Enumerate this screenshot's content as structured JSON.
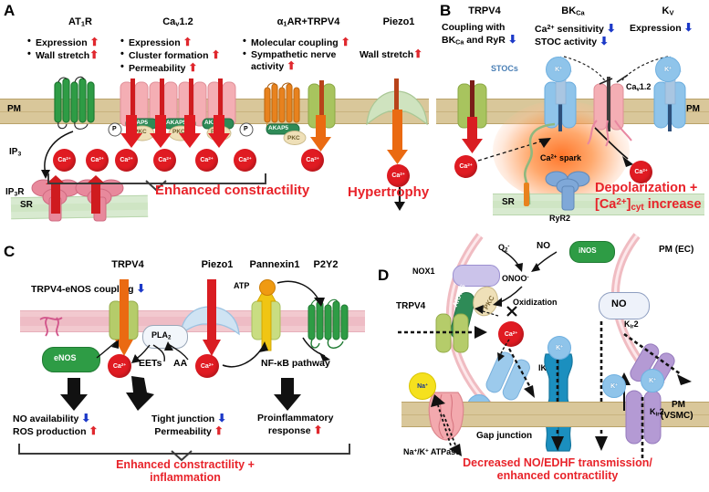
{
  "figure": {
    "panels": [
      "A",
      "B",
      "C",
      "D"
    ]
  },
  "panelA": {
    "letter": "A",
    "columns": [
      {
        "title": "AT₁1R",
        "title_html": "AT1R",
        "bullets": [
          {
            "text": "Expression",
            "change": "up"
          },
          {
            "text": "Wall stretch",
            "change": "up"
          }
        ]
      },
      {
        "title": "Caᵥ1.2",
        "bullets": [
          {
            "text": "Expression",
            "change": "up"
          },
          {
            "text": "Cluster formation",
            "change": "up"
          },
          {
            "text": "Permeability",
            "change": "up"
          }
        ]
      },
      {
        "title": "α₁1AR+TRPV4",
        "bullets": [
          {
            "text": "Molecular coupling",
            "change": "up"
          },
          {
            "text": "Sympathetic nerve activity",
            "change": "up"
          }
        ]
      },
      {
        "title": "Piezo1",
        "bullets": [
          {
            "text": "Wall stretch",
            "change": "up"
          }
        ]
      }
    ],
    "labels": {
      "pm": "PM",
      "sr": "SR",
      "ip3": "IP3",
      "ip3r": "IP3R",
      "akap5": "AKAP5",
      "pkc": "PKC",
      "phospho": "P",
      "ca_ion": "Ca2+"
    },
    "outcomes": [
      "Enhanced constractility",
      "Hypertrophy"
    ]
  },
  "panelB": {
    "letter": "B",
    "columns": [
      {
        "title": "TRPV4",
        "lines": [
          {
            "text": "Coupling with",
            "change": null
          },
          {
            "text": "BKCa and RyR",
            "change": "down"
          }
        ]
      },
      {
        "title": "BKᴄᴀ",
        "lines": [
          {
            "text": "Ca2+ sensitivity",
            "change": "down"
          },
          {
            "text": "STOC activity",
            "change": "down"
          }
        ]
      },
      {
        "title": "Kᵥ1",
        "lines": [
          {
            "text": "Expression",
            "change": "down"
          }
        ]
      }
    ],
    "labels": {
      "stocs": "STOCs",
      "k_ion": "K+",
      "cav12": "Cav1.2",
      "pm": "PM",
      "sr": "SR",
      "ca_spark": "Ca2+ spark",
      "ryr2": "RyR2",
      "ca_ion": "Ca2+"
    },
    "outcome_lines": [
      "Depolarization +",
      "[Ca2+]cyt increase"
    ]
  },
  "panelC": {
    "letter": "C",
    "headers": [
      "TRPV4",
      "Piezo1",
      "Pannexin1",
      "P2Y2"
    ],
    "coupling_label": {
      "text": "TRPV4-eNOS coupling",
      "change": "down"
    },
    "labels": {
      "atp": "ATP",
      "enos": "eNOS",
      "pla2": "PLA2",
      "eets": "EETs",
      "aa": "AA",
      "nfkb": "NF-κB pathway",
      "ca_ion": "Ca2+"
    },
    "outcome_groups": [
      [
        {
          "text": "NO availability",
          "change": "down"
        },
        {
          "text": "ROS production",
          "change": "up"
        }
      ],
      [
        {
          "text": "Tight junction",
          "change": "down"
        },
        {
          "text": "Permeability",
          "change": "up"
        }
      ],
      [
        {
          "text": "Proinflammatory",
          "change": null
        },
        {
          "text": "response",
          "change": "up"
        }
      ]
    ],
    "outcome_lines": [
      "Enhanced constractility +",
      "inflammation"
    ]
  },
  "panelD": {
    "letter": "D",
    "labels": {
      "nox1": "NOX1",
      "o2": "O2-",
      "no": "NO",
      "inos": "iNOS",
      "onoo": "ONOO-",
      "pkc": "PKC",
      "akap5": "AKAP5",
      "trpv4": "TRPV4",
      "oxidization": "Oxidization",
      "no_bubble": "NO",
      "pm_ec": "PM (EC)",
      "ca_ion": "Ca2+",
      "ikca": "IKCa",
      "kir2_top": "Kir2",
      "kir2_bottom": "Kir2",
      "k_ion": "K+",
      "na_ion": "Na+",
      "gap_junction": "Gap junction",
      "na_k_atpase": "Na+/K+ ATPase",
      "pm_vsmc_1": "PM",
      "pm_vsmc_2": "(VSMC)"
    },
    "outcome_lines": [
      "Decreased NO/EDHF transmission/",
      "enhanced contractility"
    ]
  },
  "colors": {
    "red_text": "#e8232a",
    "up_arrow": "#e0282e",
    "down_arrow": "#1c39c8",
    "membrane_tan": "#d9c79a",
    "membrane_pink": "#f2c9cf",
    "sr_green": "#d8ead0",
    "calcium": "#e01b22",
    "potassium": "#8fc4ea",
    "sodium": "#f5e11e",
    "green_protein": "#3ba14a",
    "olive_protein": "#b5cc6a",
    "pink_protein": "#f3a9ae",
    "blue_protein": "#86bfe6",
    "teal_protein": "#1b8fbf",
    "purple_protein": "#b49ad4",
    "akap_green": "#2e8b57",
    "pkc_tan": "#efe0b8",
    "orange": "#e8821e"
  }
}
